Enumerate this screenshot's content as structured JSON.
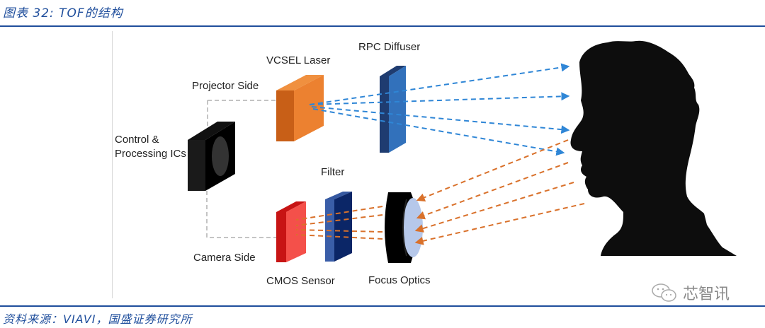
{
  "figure": {
    "caption": "图表 32: TOF的结构",
    "source": "资料来源：VIAVI，国盛证券研究所",
    "watermark": "芯智讯"
  },
  "labels": {
    "control": "Control &",
    "processing": "Processing ICs",
    "projector_side": "Projector Side",
    "vcsel": "VCSEL Laser",
    "rpc": "RPC Diffuser",
    "filter": "Filter",
    "camera_side": "Camera Side",
    "cmos": "CMOS Sensor",
    "focus": "Focus Optics"
  },
  "colors": {
    "brand_blue": "#1f4e9c",
    "emit_ray": "#2f86d6",
    "return_ray": "#d9712b",
    "vcsel": "#e87e2e",
    "cmos": "#f0302a",
    "filter": "#1d3d8a",
    "diffuser": "#2f6db7"
  },
  "rays": {
    "emitted_count": 4,
    "returned_count": 4
  }
}
